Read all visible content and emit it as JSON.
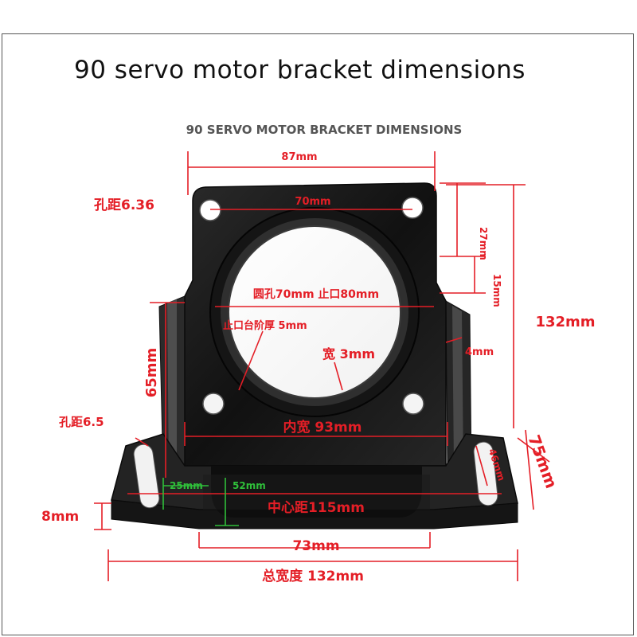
{
  "page": {
    "title": "90 servo motor bracket dimensions",
    "subtitle": "90 SERVO MOTOR BRACKET DIMENSIONS"
  },
  "dimensions": {
    "top_width": "87mm",
    "inner_hole_spacing": "70mm",
    "hole_pitch_top": "孔距6.36",
    "top_height": "27mm",
    "slot_height": "15mm",
    "bore": "圆孔70mm  止口80mm",
    "total_height": "132mm",
    "step_thickness": "止口台阶厚 5mm",
    "wall_width": "宽 3mm",
    "plate_thickness": "4mm",
    "side_height": "65mm",
    "inner_width": "内宽 93mm",
    "hole_pitch_base": "孔距6.5",
    "base_height": "75mm",
    "slot_length": "46mm",
    "base_offset_a": "25mm",
    "base_offset_b": "52mm",
    "base_thickness": "8mm",
    "center_distance": "中心距115mm",
    "base_inner_width": "73mm",
    "total_width": "总宽度 132mm"
  },
  "colors": {
    "dimension": "#e41e26",
    "green_dimension": "#2fbf3a",
    "bracket": "#1b1b1b",
    "frame": "#555555"
  }
}
